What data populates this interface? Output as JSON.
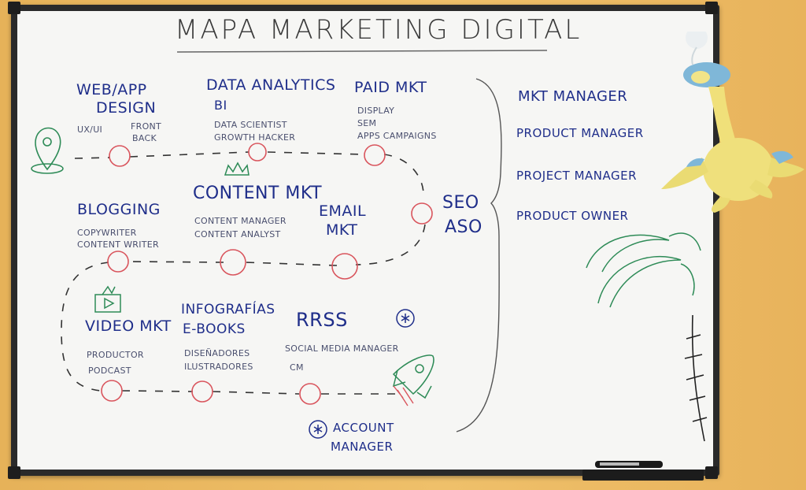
{
  "title": "MAPA MARKETING DIGITAL",
  "areas": {
    "web_app": {
      "heading_1": "WEB/APP",
      "heading_2": "DESIGN",
      "sub_1": "UX/UI",
      "sub_2": "FRONT",
      "sub_3": "BACK"
    },
    "data": {
      "heading": "DATA ANALYTICS",
      "heading_2": "BI",
      "sub_1": "DATA SCIENTIST",
      "sub_2": "GROWTH HACKER"
    },
    "paid": {
      "heading": "PAID MKT",
      "sub_1": "DISPLAY",
      "sub_2": "SEM",
      "sub_3": "APPS CAMPAIGNS"
    },
    "blogging": {
      "heading": "BLOGGING",
      "sub_1": "COPYWRITER",
      "sub_2": "CONTENT WRITER"
    },
    "content": {
      "heading": "CONTENT MKT",
      "sub_1": "CONTENT MANAGER",
      "sub_2": "CONTENT ANALYST"
    },
    "email": {
      "heading_1": "EMAIL",
      "heading_2": "MKT"
    },
    "seo": {
      "line_1": "SEO",
      "line_2": "ASO"
    },
    "video": {
      "heading": "VIDEO MKT",
      "sub_1": "PRODUCTOR",
      "sub_2": "PODCAST"
    },
    "infographics": {
      "heading_1": "INFOGRAFÍAS",
      "heading_2": "E-BOOKS",
      "sub_1": "DISEÑADORES",
      "sub_2": "ILUSTRADORES"
    },
    "rrss": {
      "heading": "RRSS",
      "sub_1": "SOCIAL MEDIA MANAGER",
      "sub_2": "CM"
    },
    "account": {
      "line_1": "ACCOUNT",
      "line_2": "MANAGER"
    }
  },
  "roles": [
    "MKT MANAGER",
    "PRODUCT MANAGER",
    "PROJECT MANAGER",
    "PRODUCT OWNER"
  ],
  "colors": {
    "ink_blue": "#1f2e8a",
    "ink_red": "#d9555d",
    "ink_green": "#2e8b57",
    "ink_gray": "#3a3a3a",
    "board": "#f6f6f4",
    "frame": "#2a2a2a",
    "wall": "#e9b65a"
  },
  "icons": [
    "location-pin-icon",
    "crown-icon",
    "video-play-icon",
    "rocket-icon",
    "asterisk-icon",
    "palm-tree-drawing",
    "plush-toy"
  ]
}
